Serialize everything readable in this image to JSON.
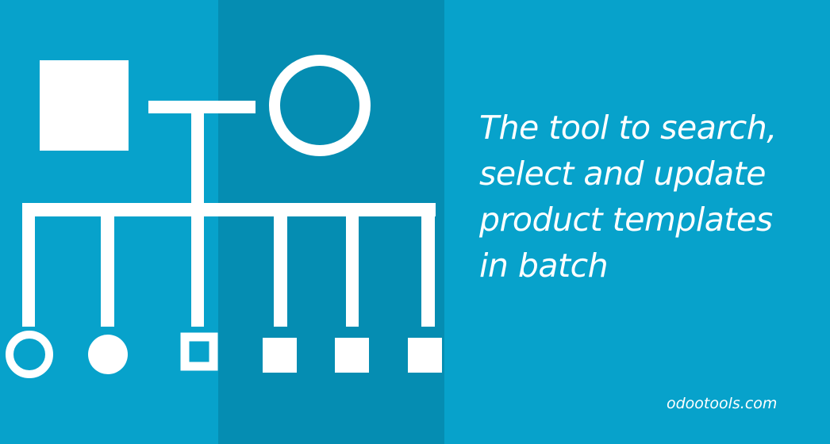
{
  "colors": {
    "background": "#07a2cb",
    "band": "#058db2",
    "foreground": "#ffffff"
  },
  "icon": "family-tree-pedigree-icon",
  "tagline": {
    "lines": [
      "The tool to search,",
      "select and update",
      "product templates",
      "in batch"
    ]
  },
  "site": {
    "url": "odootools.com"
  }
}
